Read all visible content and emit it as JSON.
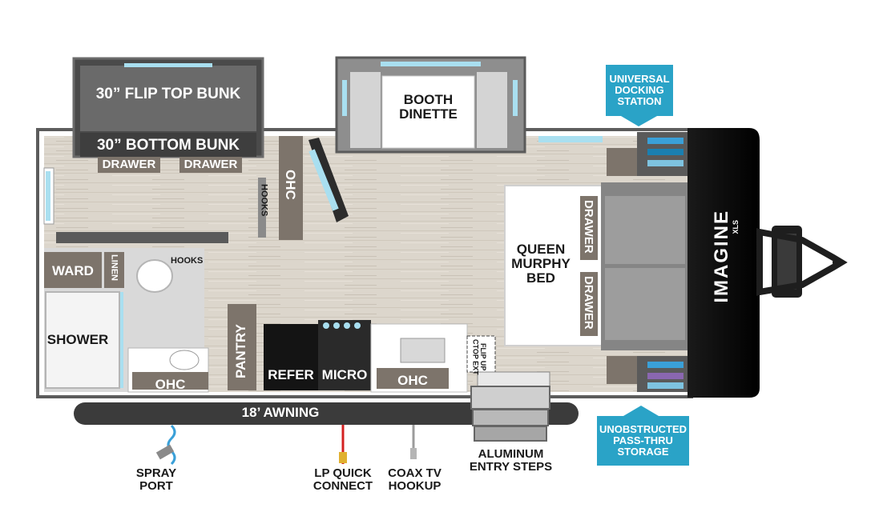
{
  "rooms": {
    "flip_top_bunk": "30” FLIP TOP BUNK",
    "bottom_bunk": "30” BOTTOM BUNK",
    "drawer_left": "DRAWER",
    "drawer_right": "DRAWER",
    "ohc_bunk": "OHC",
    "hooks_vertical": "HOOKS",
    "hooks_horizontal": "HOOKS",
    "booth_dinette": "BOOTH\nDINETTE",
    "ward": "WARD",
    "linen": "LINEN",
    "shower": "SHOWER",
    "ohc_bath": "OHC",
    "pantry": "PANTRY",
    "refer": "REFER",
    "micro": "MICRO",
    "ohc_kitchen": "OHC",
    "flip_up_ctop_ext": "FLIP UP\nCTOP EXT",
    "queen_murphy_bed": "QUEEN\nMURPHY\nBED",
    "drawer_bed_top": "DRAWER",
    "drawer_bed_bottom": "DRAWER"
  },
  "exterior": {
    "awning": "18’ AWNING",
    "spray_port": "SPRAY\nPORT",
    "lp_quick_connect": "LP QUICK\nCONNECT",
    "coax_tv_hookup": "COAX TV\nHOOKUP",
    "aluminum_entry_steps": "ALUMINUM\nENTRY STEPS"
  },
  "callouts": {
    "universal_docking_station": "UNIVERSAL\nDOCKING\nSTATION",
    "unobstructed_storage": "UNOBSTRUCTED\nPASS-THRU\nSTORAGE"
  },
  "brand": {
    "name": "IMAGINE",
    "model": "XLS"
  },
  "colors": {
    "floor": "#d8d2c8",
    "wall": "#6e6e6e",
    "dark_wall": "#3a3a3a",
    "callout": "#2aa3c7",
    "front_cap": "#111111",
    "window": "#a9dff0",
    "cabinet": "#7d746b",
    "lp_line": "#d32020",
    "spray_hose": "#3aa0d8"
  }
}
